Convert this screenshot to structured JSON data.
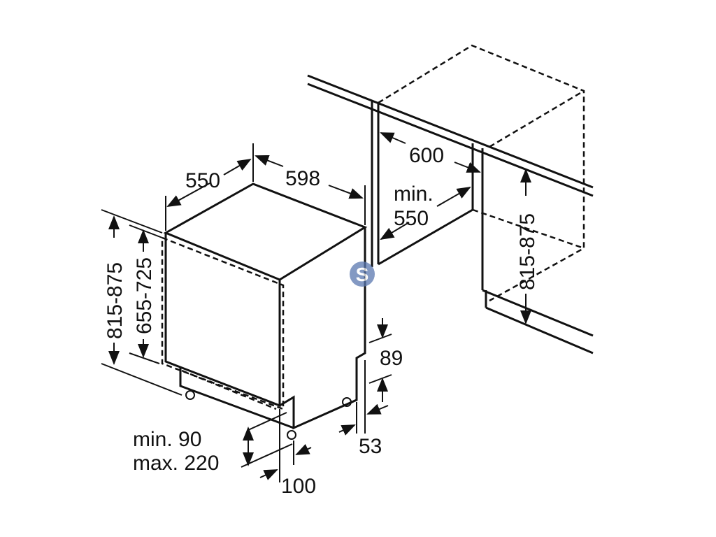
{
  "dimensions": {
    "depth": "550",
    "width": "598",
    "niche_width": "600",
    "niche_depth_min": "min.",
    "niche_depth_value": "550",
    "height_left": "815-875",
    "door_height": "655-725",
    "height_right": "815-875",
    "plinth_recess_height": "89",
    "plinth_recess_depth": "53",
    "plinth_min": "min. 90",
    "plinth_max": "max. 220",
    "door_offset": "100"
  },
  "logo": {
    "letter": "S",
    "color": "#5a78b0"
  }
}
